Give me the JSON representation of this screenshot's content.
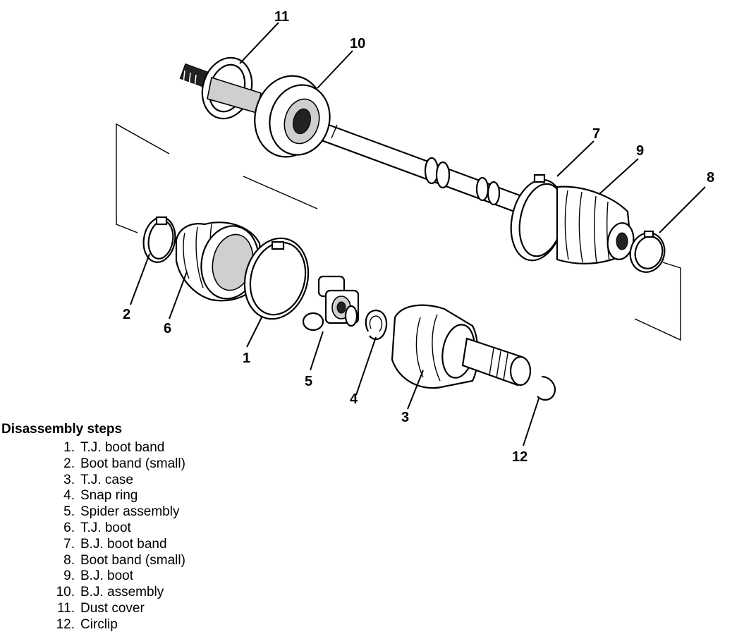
{
  "diagram": {
    "callouts": [
      "1",
      "2",
      "3",
      "4",
      "5",
      "6",
      "7",
      "8",
      "9",
      "10",
      "11",
      "12"
    ]
  },
  "steps": {
    "title": "Disassembly steps",
    "items": [
      {
        "num": "1.",
        "label": "T.J. boot band"
      },
      {
        "num": "2.",
        "label": "Boot band (small)"
      },
      {
        "num": "3.",
        "label": "T.J. case"
      },
      {
        "num": "4.",
        "label": "Snap ring"
      },
      {
        "num": "5.",
        "label": "Spider assembly"
      },
      {
        "num": "6.",
        "label": "T.J. boot"
      },
      {
        "num": "7.",
        "label": "B.J. boot band"
      },
      {
        "num": "8.",
        "label": "Boot band (small)"
      },
      {
        "num": "9.",
        "label": "B.J. boot"
      },
      {
        "num": "10.",
        "label": "B.J. assembly"
      },
      {
        "num": "11.",
        "label": "Dust cover"
      },
      {
        "num": "12.",
        "label": "Circlip"
      }
    ]
  }
}
